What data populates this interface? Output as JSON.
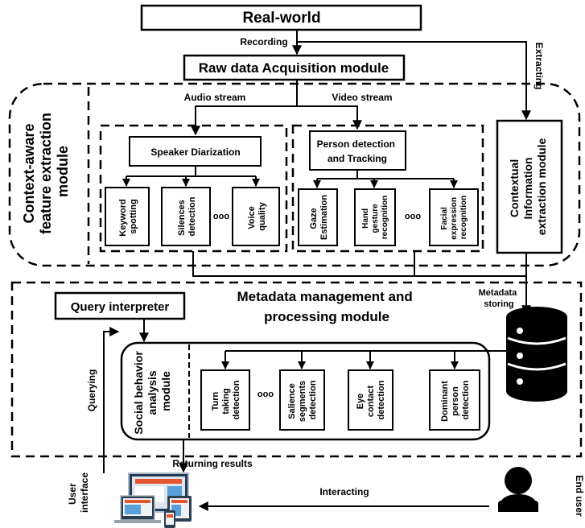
{
  "diagram": {
    "real_world": "Real-world",
    "recording": "Recording",
    "raw_data": "Raw data Acquisition module",
    "extracting": "Extracting",
    "audio_stream": "Audio  stream",
    "video_stream": "Video  stream",
    "context_module": [
      "Context-aware",
      "feature extraction",
      "module"
    ],
    "speaker_diarization": "Speaker Diarization",
    "person_detection": [
      "Person detection",
      "and Tracking"
    ],
    "keyword_spotting": [
      "Keyword",
      "spotting"
    ],
    "silences_detection": [
      "Silences",
      "detection"
    ],
    "voice_quality": [
      "Voice",
      "quality"
    ],
    "gaze_estimation": [
      "Gaze",
      "Estimation"
    ],
    "hand_gesture": [
      "Hand",
      "gesture",
      "recognition"
    ],
    "facial_expression": [
      "Facial",
      "expression",
      "recognition"
    ],
    "contextual_module": [
      "Contextual",
      "Information",
      "extraction module"
    ],
    "ellipsis": "ooo",
    "metadata_title": [
      "Metadata management  and",
      "processing module"
    ],
    "metadata_storing": [
      "Metadata",
      "storing"
    ],
    "query_interpreter": "Query interpreter",
    "social_module": [
      "Social behavior",
      "analysis",
      "module"
    ],
    "turn_taking": [
      "Turn",
      "taking",
      "detection"
    ],
    "salience": [
      "Salience",
      "segments",
      "detection"
    ],
    "eye_contact": [
      "Eye",
      "contact",
      "detection"
    ],
    "dominant": [
      "Dominant",
      "person",
      "detection"
    ],
    "querying": "Querying",
    "returning_results": "Returning results",
    "user_interface": [
      "User",
      "interface"
    ],
    "interacting": "Interacting",
    "end_user": "End user"
  }
}
